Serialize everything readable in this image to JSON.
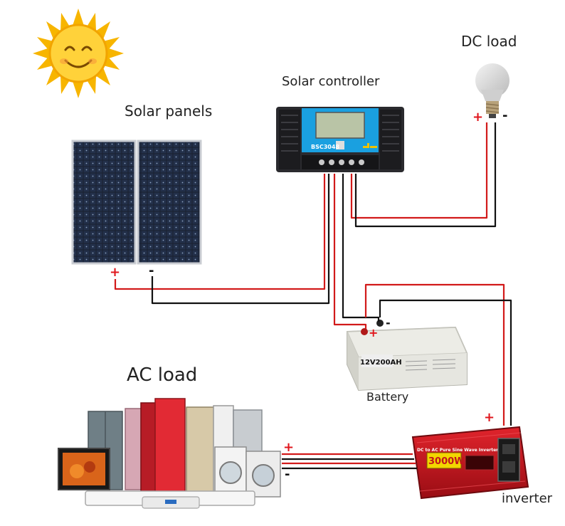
{
  "labels": {
    "solar_panels": "Solar panels",
    "solar_controller": "Solar controller",
    "dc_load": "DC load",
    "battery": "Battery",
    "ac_load": "AC load",
    "inverter": "inverter"
  },
  "device_text": {
    "controller_model": "BSC3048",
    "battery_rating": "12V200AH",
    "inverter_title": "DC to AC Pure Sine Wave Inverter",
    "inverter_power": "3000W"
  },
  "polarity": {
    "plus": "+",
    "minus": "-"
  },
  "colors": {
    "positive_wire": "#d21a1a",
    "negative_wire": "#111111",
    "inverter_body": "#c2141c",
    "controller_accent": "#1aa0e0",
    "sun": "#f7b500"
  }
}
